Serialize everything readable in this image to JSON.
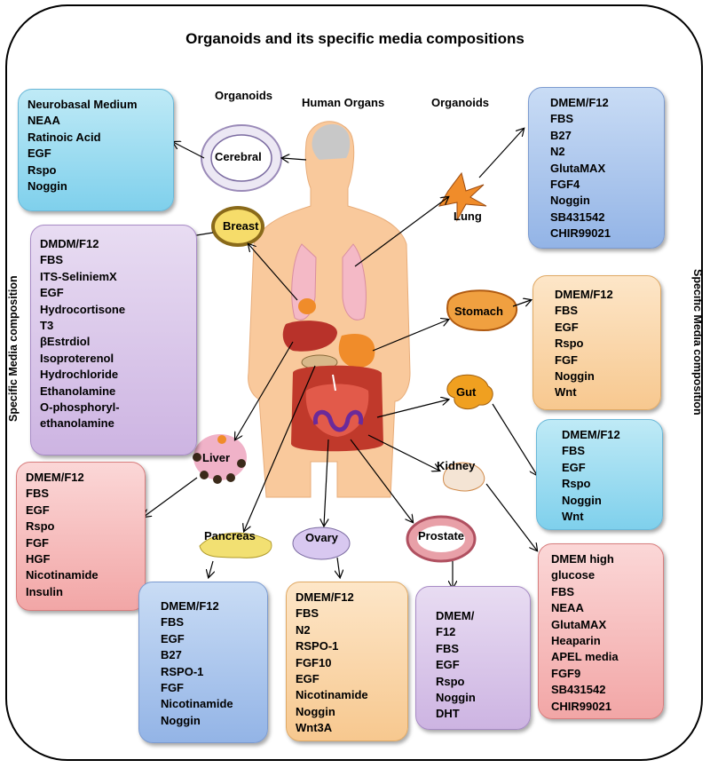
{
  "title": "Organoids and its specific media compositions",
  "headers": {
    "left": "Organoids",
    "center": "Human Organs",
    "right": "Organoids"
  },
  "side_labels": {
    "left": "Specific Media composition",
    "right": "Specific Media composition"
  },
  "organoids": {
    "cerebral": "Cerebral",
    "breast": "Breast",
    "liver": "Liver",
    "pancreas": "Pancreas",
    "ovary": "Ovary",
    "prostate": "Prostate",
    "lung": "Lung",
    "stomach": "Stomach",
    "gut": "Gut",
    "kidney": "Kidney"
  },
  "media": {
    "cerebral": "Neurobasal Medium\nNEAA\nRatinoic Acid\nEGF\nRspo\nNoggin",
    "breast": "DMDM/F12\nFBS\nITS-SeliniemX\nEGF\nHydrocortisone\nT3\nβEstrdiol\nIsoproterenol\nHydrochloride\nEthanolamine\nO-phosphoryl-\nethanolamine",
    "liver": "DMEM/F12\nFBS\nEGF\nRspo\nFGF\nHGF\nNicotinamide\nInsulin",
    "pancreas": "DMEM/F12\nFBS\nEGF\nB27\nRSPO-1\nFGF\nNicotinamide\nNoggin",
    "ovary": "DMEM/F12\nFBS\nN2\nRSPO-1\nFGF10\nEGF\nNicotinamide\nNoggin\nWnt3A",
    "prostate": "DMEM/\nF12\nFBS\nEGF\nRspo\nNoggin\nDHT",
    "lung": "DMEM/F12\nFBS\nB27\nN2\nGlutaMAX\nFGF4\nNoggin\nSB431542\nCHIR99021",
    "stomach": "DMEM/F12\nFBS\nEGF\nRspo\nFGF\nNoggin\nWnt",
    "gut": "DMEM/F12\nFBS\nEGF\nRspo\nNoggin\nWnt",
    "kidney": "DMEM high\nglucose\nFBS\nNEAA\nGlutaMAX\nHeaparin\nAPEL media\nFGF9\nSB431542\nCHIR99021"
  },
  "colors": {
    "body": "#f9c99c",
    "lungs": "#f2b8c6",
    "liver": "#b8322a",
    "stomach": "#f08c2a",
    "intestine": "#c0392b",
    "brain": "#b8b8b8"
  }
}
